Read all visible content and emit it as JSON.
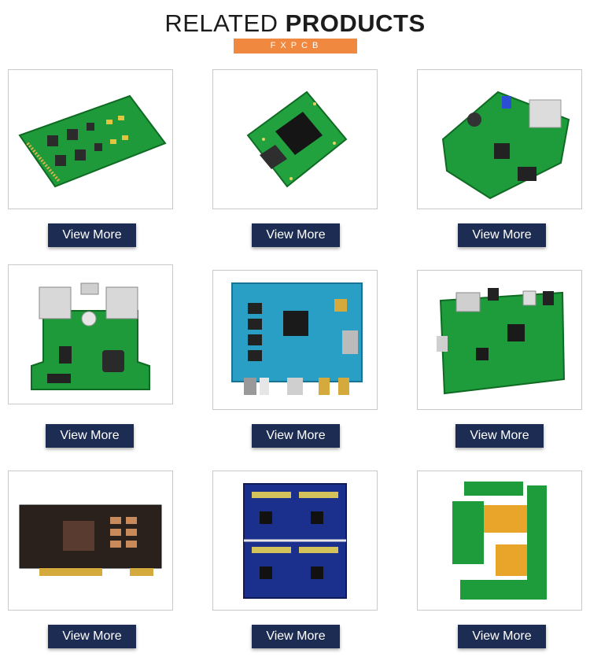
{
  "header": {
    "title_light": "RELATED",
    "title_bold": "PRODUCTS",
    "brand": "FXPCB"
  },
  "colors": {
    "banner": "#f0893f",
    "button": "#1d2c52",
    "green_pcb": "#1f9a3a",
    "blue_pcb": "#2a9fc6",
    "navy_pcb": "#1b2f8c",
    "black_pcb": "#2a211d"
  },
  "products": [
    {
      "image": "green-multi-channel-pcb",
      "button_label": "View More"
    },
    {
      "image": "green-module-pcb",
      "button_label": "View More"
    },
    {
      "image": "green-router-pcb",
      "button_label": "View More"
    },
    {
      "image": "green-usb-charger-pcb",
      "button_label": "View More"
    },
    {
      "image": "blue-development-board-pcb",
      "button_label": "View More"
    },
    {
      "image": "green-media-box-pcb",
      "button_label": "View More"
    },
    {
      "image": "black-graphics-card-pcb",
      "button_label": "View More"
    },
    {
      "image": "navy-blue-panel-pcb",
      "button_label": "View More"
    },
    {
      "image": "rigid-flex-pcb",
      "button_label": "View More"
    }
  ]
}
